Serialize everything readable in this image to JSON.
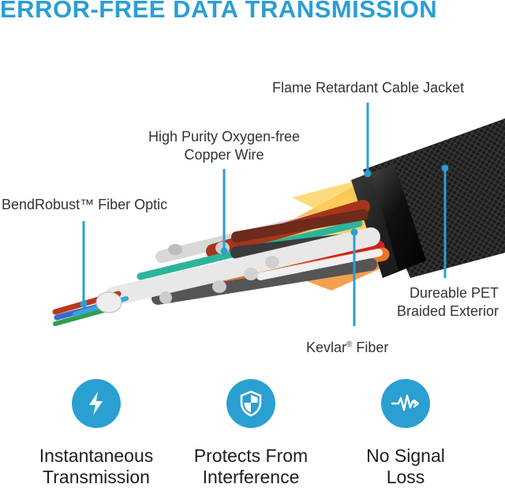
{
  "headline": "ERROR-FREE DATA TRANSMISSION",
  "callouts": {
    "jacket": "Flame Retardant Cable Jacket",
    "copper_line1": "High Purity Oxygen-free",
    "copper_line2": "Copper Wire",
    "fiber_optic": "BendRobust™ Fiber Optic",
    "pet_line1": "Dureable PET",
    "pet_line2": "Braided Exterior",
    "kevlar_text": "Kevlar",
    "kevlar_mark": "®",
    "kevlar_suffix": " Fiber"
  },
  "features": [
    {
      "icon": "lightning-bolt-icon",
      "line1": "Instantaneous",
      "line2": "Transmission"
    },
    {
      "icon": "shield-icon",
      "line1": "Protects From",
      "line2": "Interference"
    },
    {
      "icon": "signal-wave-icon",
      "line1": "No Signal",
      "line2": "Loss"
    }
  ],
  "colors": {
    "accent": "#2a9fd2",
    "braid": "#1c1c1c",
    "copper": "#c1502e",
    "kevlar": "#f2b43a"
  }
}
